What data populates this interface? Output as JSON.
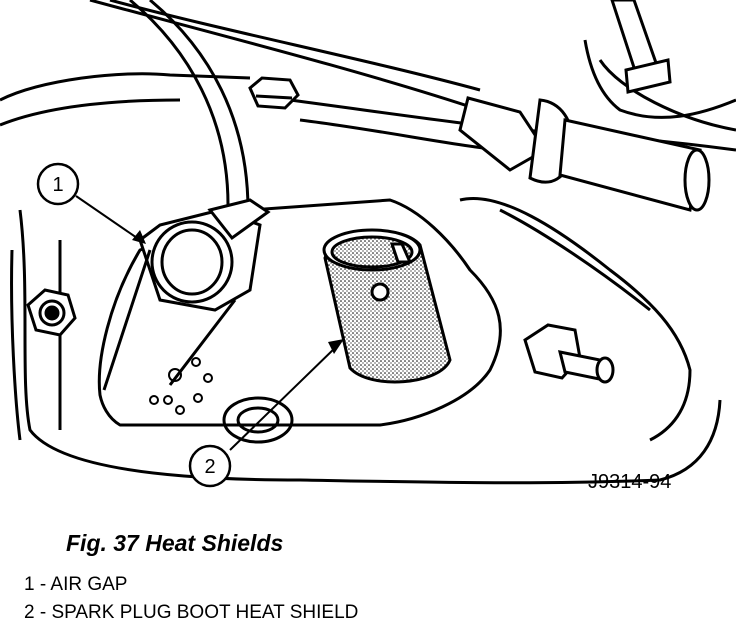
{
  "figure": {
    "caption": "Fig. 37 Heat Shields",
    "drawing_id": "J9314-94"
  },
  "callouts": [
    {
      "number": "1",
      "label": "AIR GAP"
    },
    {
      "number": "2",
      "label": "SPARK PLUG BOOT HEAT SHIELD"
    }
  ],
  "legend": [
    "1 - AIR GAP",
    "2 - SPARK PLUG BOOT HEAT SHIELD"
  ],
  "colors": {
    "line": "#000000",
    "background": "#ffffff",
    "shading": "#bdbdbd"
  }
}
